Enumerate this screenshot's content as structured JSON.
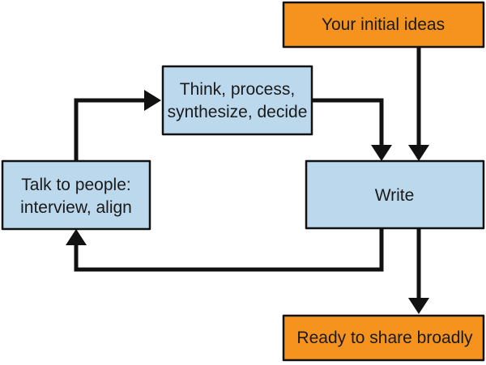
{
  "nodes": {
    "initial_ideas": {
      "lines": [
        "Your initial ideas"
      ],
      "color": "#f5931e"
    },
    "think": {
      "lines": [
        "Think, process,",
        "synthesize, decide"
      ],
      "color": "#bcd8ec"
    },
    "talk": {
      "lines": [
        "Talk to people:",
        "interview, align"
      ],
      "color": "#bcd8ec"
    },
    "write": {
      "lines": [
        "Write"
      ],
      "color": "#bcd8ec"
    },
    "ready": {
      "lines": [
        "Ready to share broadly"
      ],
      "color": "#f5931e"
    }
  },
  "edges": [
    {
      "from": "initial_ideas",
      "to": "write"
    },
    {
      "from": "think",
      "to": "write"
    },
    {
      "from": "talk",
      "to": "think"
    },
    {
      "from": "write",
      "to": "talk"
    },
    {
      "from": "write",
      "to": "ready"
    }
  ]
}
